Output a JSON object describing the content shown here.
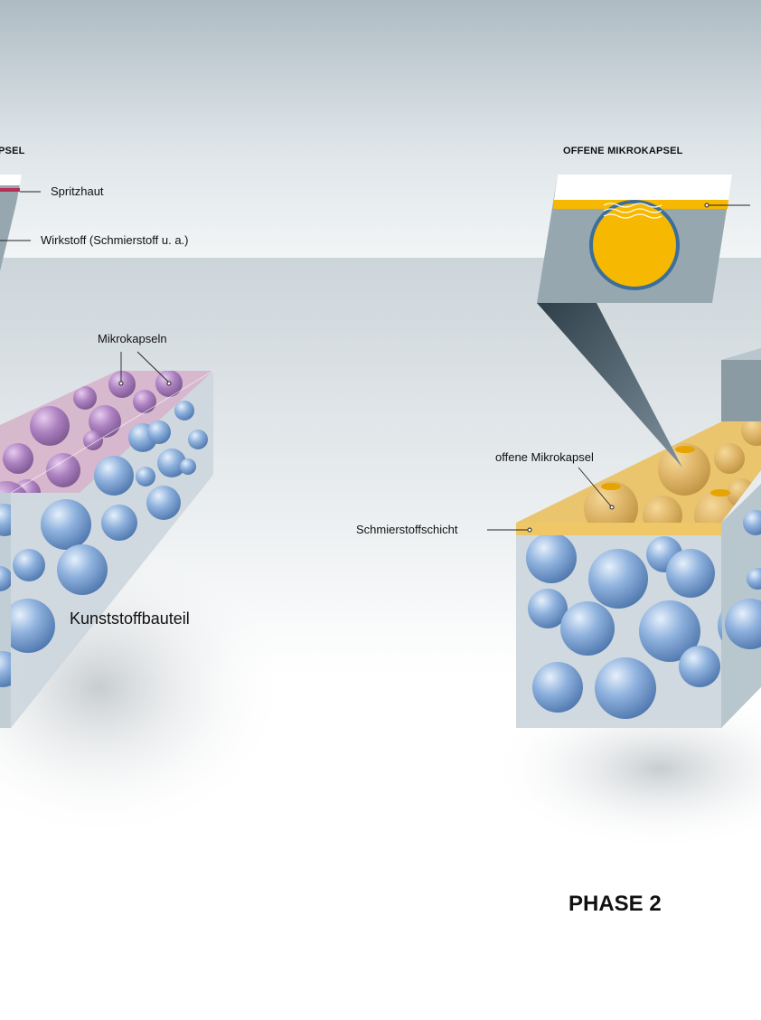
{
  "left_panel": {
    "header_fragment": "PSEL",
    "callouts": {
      "spritzhaut": "Spritzhaut",
      "wirkstoff": "Wirkstoff (Schmierstoff u. a.)",
      "mikrokapseln": "Mikrokapseln",
      "kunststoffbauteil": "Kunststoffbauteil"
    }
  },
  "right_panel": {
    "header": "OFFENE MIKROKAPSEL",
    "callouts": {
      "offene_mikrokapsel": "offene Mikrokapsel",
      "schmierstoffschicht": "Schmierstoffschicht"
    },
    "phase_label": "PHASE 2"
  },
  "colors": {
    "sky_top": "#aebbc3",
    "panel_fill": "#97a7af",
    "capsule_purple": "#a27ab4",
    "lubricant_yellow": "#f6b800",
    "bead_blue": "#7ea6d6",
    "block_face": "#cfd9df"
  }
}
